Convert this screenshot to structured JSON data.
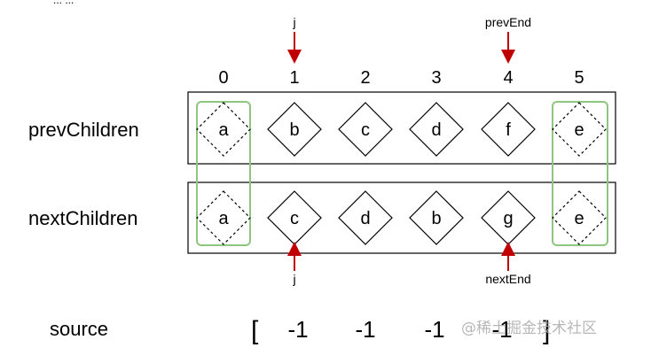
{
  "top_fragment": "... ...",
  "indices": [
    "0",
    "1",
    "2",
    "3",
    "4",
    "5"
  ],
  "rows": {
    "prev": {
      "label": "prevChildren",
      "nodes": [
        "a",
        "b",
        "c",
        "d",
        "f",
        "e"
      ]
    },
    "next": {
      "label": "nextChildren",
      "nodes": [
        "a",
        "c",
        "d",
        "b",
        "g",
        "e"
      ]
    }
  },
  "dashed_nodes": [
    0,
    5
  ],
  "pointers": {
    "prev_j": "j",
    "prev_end": "prevEnd",
    "next_j": "j",
    "next_end": "nextEnd"
  },
  "source": {
    "label": "source",
    "open_bracket": "[",
    "close_bracket": "]",
    "values": [
      "-1",
      "-1",
      "-1",
      "-1"
    ]
  },
  "watermark": "@稀土掘金技术社区",
  "colors": {
    "arrow": "#c00000",
    "highlight": "#8fc67f",
    "stroke": "#000000"
  }
}
